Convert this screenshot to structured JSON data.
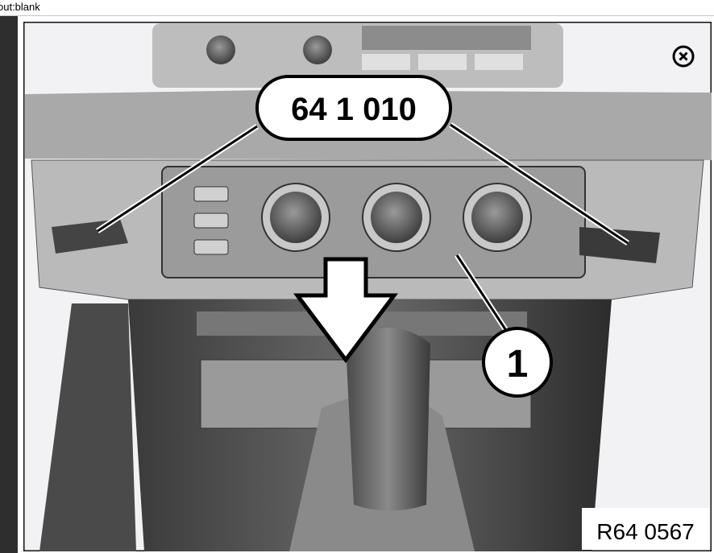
{
  "browser": {
    "address_text": "out:blank"
  },
  "figure": {
    "callout_part_number": "64 1 010",
    "callout_item": "1",
    "figure_code": "R64 0567"
  },
  "icons": {
    "close": "close-circle-icon"
  }
}
